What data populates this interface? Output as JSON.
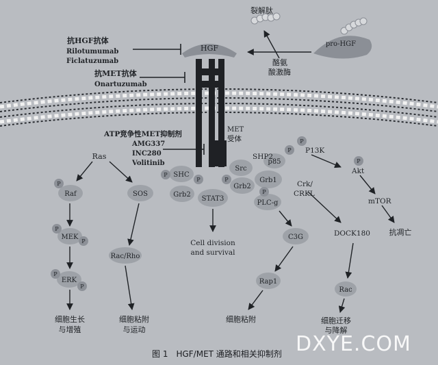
{
  "labels": {
    "peptide": "裂解肽",
    "hgf": "HGF",
    "pro_hgf": "pro-HGF",
    "enzyme_line1": "酪氨",
    "enzyme_line2": "酸激酶",
    "anti_hgf_title": "抗HGF抗体",
    "anti_hgf_drug1": "Rilotumumab",
    "anti_hgf_drug2": "Ficlatuzumab",
    "anti_met_title": "抗MET抗体",
    "anti_met_drug1": "Onartuzumab",
    "atp_title": "ATP竞争性MET抑制剂",
    "atp_drug1": "AMG337",
    "atp_drug2": "INC280",
    "atp_drug3": "Volitinib",
    "met_line1": "MET",
    "met_line2": "受体",
    "ras": "Ras",
    "raf": "Raf",
    "mek": "MEK",
    "erk": "ERK",
    "sos": "SOS",
    "rac_rho": "Rac/Rho",
    "shc": "SHC",
    "grb2_left": "Grb2",
    "stat3": "STAT3",
    "src": "Src",
    "grb2_right": "Grb2",
    "shp2": "SHP2",
    "p85": "p85",
    "grb1": "Grb1",
    "plcg": "PLC-g",
    "p13k": "P13K",
    "akt": "Akt",
    "mtor": "mTOR",
    "crk_line1": "Crk/",
    "crk_line2": "CRKL",
    "dock180": "DOCK180",
    "c3g": "C3G",
    "rap1": "Rap1",
    "rac": "Rac",
    "p": "P",
    "cell_div_line1": "Cell division",
    "cell_div_line2": "and survival",
    "growth_line1": "细胞生长",
    "growth_line2": "与增殖",
    "adhesion_motility_line1": "细胞粘附",
    "adhesion_motility_line2": "与运动",
    "adhesion": "细胞粘附",
    "migration_line1": "细胞迁移",
    "migration_line2": "与降解",
    "anti_apoptosis": "抗凋亡"
  },
  "caption": "图 1　HGF/MET 通路和相关抑制剂",
  "watermark": "DXYE.COM",
  "colors": {
    "background": "#b9bcc1",
    "node_fill": "#9ea2a8",
    "phospho_fill": "#8d9198",
    "receptor": "#1f2125",
    "text": "#1f2226"
  }
}
